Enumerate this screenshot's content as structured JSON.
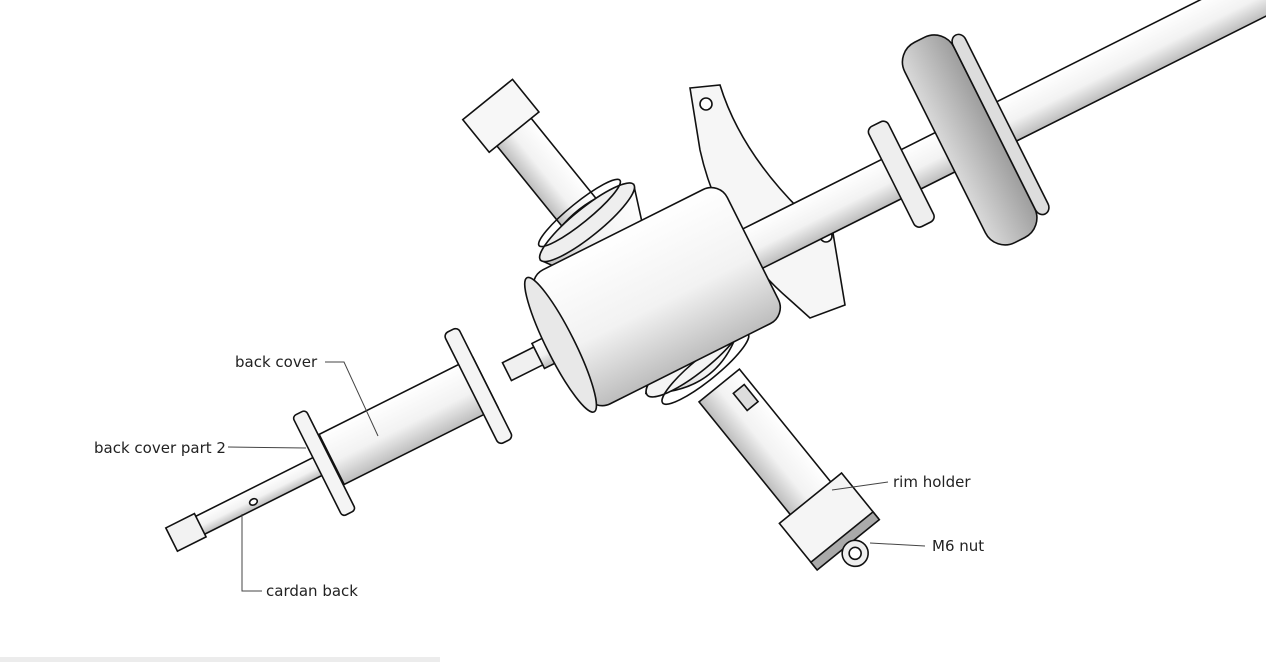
{
  "labels": {
    "back_cover": "back cover",
    "back_cover_part_2": "back cover part 2",
    "cardan_back": "cardan back",
    "rim_holder": "rim holder",
    "m6_nut": "M6 nut"
  }
}
